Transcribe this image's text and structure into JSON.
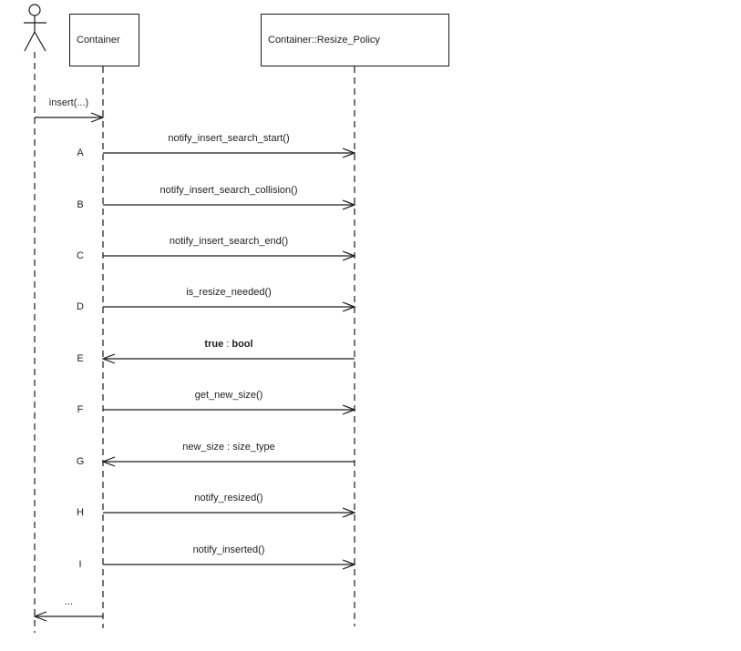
{
  "participants": {
    "user": {
      "name": "actor"
    },
    "container": {
      "label": "Container"
    },
    "resize_policy": {
      "label": "Container::Resize_Policy"
    }
  },
  "messages": [
    {
      "letter": "",
      "label": "insert(...)",
      "direction": "right",
      "from": "actor",
      "to": "Container"
    },
    {
      "letter": "A",
      "label": "notify_insert_search_start()",
      "direction": "right",
      "from": "Container",
      "to": "Container::Resize_Policy"
    },
    {
      "letter": "B",
      "label": "notify_insert_search_collision()",
      "direction": "right",
      "from": "Container",
      "to": "Container::Resize_Policy"
    },
    {
      "letter": "C",
      "label": "notify_insert_search_end()",
      "direction": "right",
      "from": "Container",
      "to": "Container::Resize_Policy"
    },
    {
      "letter": "D",
      "label": "is_resize_needed()",
      "direction": "right",
      "from": "Container",
      "to": "Container::Resize_Policy"
    },
    {
      "letter": "E",
      "parts": [
        "true",
        " : ",
        "bool"
      ],
      "direction": "left",
      "from": "Container::Resize_Policy",
      "to": "Container"
    },
    {
      "letter": "F",
      "label": "get_new_size()",
      "direction": "right",
      "from": "Container",
      "to": "Container::Resize_Policy"
    },
    {
      "letter": "G",
      "label": "new_size : size_type",
      "direction": "left",
      "from": "Container::Resize_Policy",
      "to": "Container"
    },
    {
      "letter": "H",
      "label": "notify_resized()",
      "direction": "right",
      "from": "Container",
      "to": "Container::Resize_Policy"
    },
    {
      "letter": "I",
      "label": "notify_inserted()",
      "direction": "right",
      "from": "Container",
      "to": "Container::Resize_Policy"
    },
    {
      "letter": "",
      "label": "...",
      "direction": "left",
      "from": "Container",
      "to": "actor"
    }
  ],
  "colors": {
    "line": "#1a1a1a",
    "text": "#1f1f1f",
    "background": "#ffffff"
  }
}
